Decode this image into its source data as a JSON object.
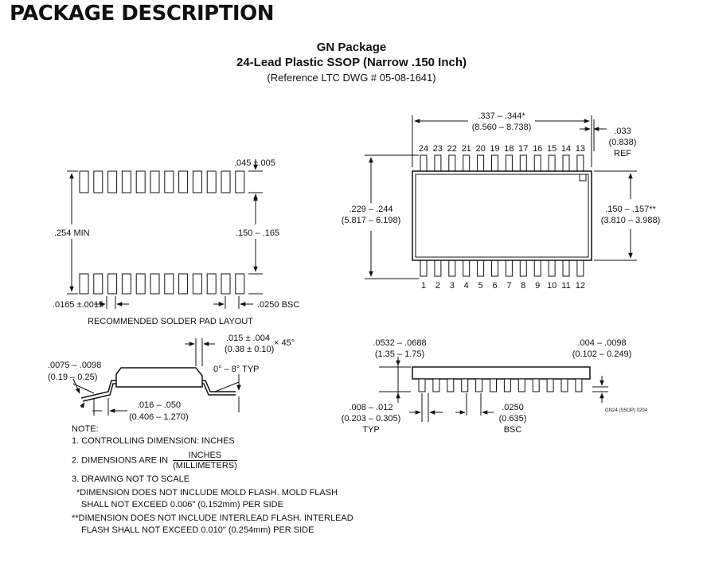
{
  "heading": "PACKAGE DESCRIPTION",
  "package": {
    "name": "GN Package",
    "subtitle": "24-Lead Plastic SSOP (Narrow .150 Inch)",
    "reference": "(Reference LTC DWG # 05-08-1641)"
  },
  "pad_layout": {
    "caption": "RECOMMENDED SOLDER PAD LAYOUT",
    "dim_pad_width": ".045 ±.005",
    "dim_overall": ".254 MIN",
    "dim_inner": ".150 – .165",
    "dim_pad_pitch_width": ".0165 ±.0015",
    "dim_pitch": ".0250 BSC"
  },
  "top_view": {
    "dim_length_in": ".337 – .344*",
    "dim_length_mm": "(8.560 – 8.738)",
    "dim_ref_in": ".033",
    "dim_ref_mm": "(0.838)",
    "dim_ref_label": "REF",
    "dim_width_in": ".229 – .244",
    "dim_width_mm": "(5.817 – 6.198)",
    "dim_body_in": ".150 – .157**",
    "dim_body_mm": "(3.810 – 3.988)",
    "top_pins": [
      "24",
      "23",
      "22",
      "21",
      "20",
      "19",
      "18",
      "17",
      "16",
      "15",
      "14",
      "13"
    ],
    "bottom_pins": [
      "1",
      "2",
      "3",
      "4",
      "5",
      "6",
      "7",
      "8",
      "9",
      "10",
      "11",
      "12"
    ]
  },
  "side_left": {
    "dim_chamfer": ".015 ± .004",
    "dim_chamfer_mm": "(0.38 ± 0.10)",
    "chamfer_angle": "× 45°",
    "lead_angle": "0° – 8° TYP",
    "dim_lead_thk": ".0075 – .0098",
    "dim_lead_thk_mm": "(0.19 – 0.25)",
    "dim_foot": ".016 – .050",
    "dim_foot_mm": "(0.406 – 1.270)"
  },
  "side_right": {
    "dim_height": ".0532 – .0688",
    "dim_height_mm": "(1.35 – 1.75)",
    "dim_standoff": ".004 – .0098",
    "dim_standoff_mm": "(0.102 – 0.249)",
    "dim_lead_w": ".008 – .012",
    "dim_lead_w_mm": "(0.203 – 0.305)",
    "dim_lead_w_label": "TYP",
    "dim_pitch": ".0250",
    "dim_pitch_mm": "(0.635)",
    "dim_pitch_label": "BSC",
    "drawing_code": "GN24 (SSOP) 0204"
  },
  "notes": {
    "title": "NOTE:",
    "n1": "1. CONTROLLING DIMENSION: INCHES",
    "n2": "2. DIMENSIONS ARE IN",
    "n2_num": "INCHES",
    "n2_den": "(MILLIMETERS)",
    "n3": "3. DRAWING NOT TO SCALE",
    "n4a": "*DIMENSION DOES NOT INCLUDE MOLD FLASH. MOLD FLASH",
    "n4b": "SHALL NOT EXCEED 0.006\" (0.152mm) PER SIDE",
    "n5a": "**DIMENSION DOES NOT INCLUDE INTERLEAD FLASH. INTERLEAD",
    "n5b": "FLASH SHALL NOT EXCEED 0.010\" (0.254mm) PER SIDE"
  }
}
